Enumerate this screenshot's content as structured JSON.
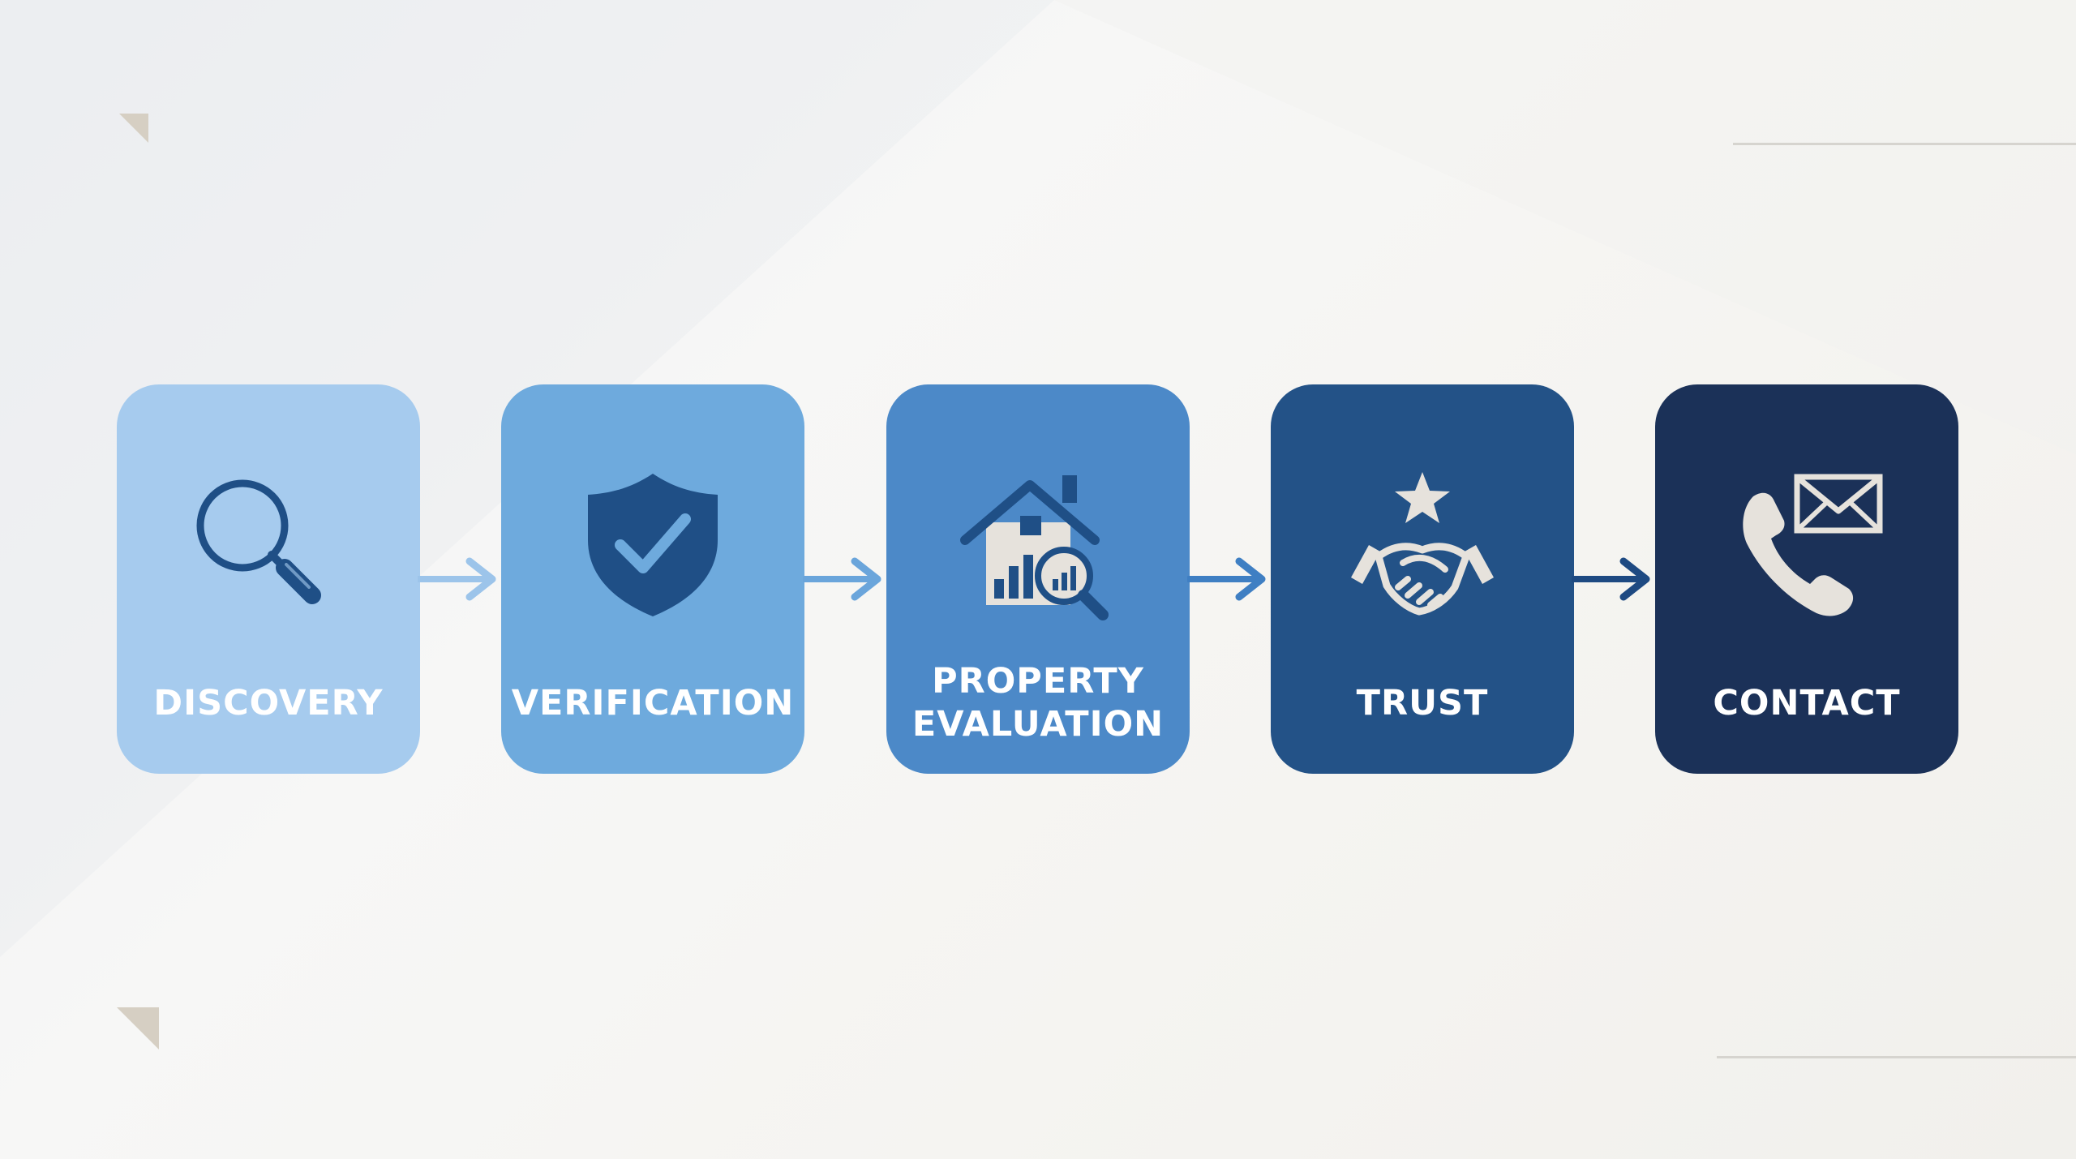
{
  "steps": [
    {
      "label": "DISCOVERY",
      "icon": "magnifier-icon",
      "color": "#a6cbee",
      "icon_color": "#1f4f86",
      "label_color": "#ffffff"
    },
    {
      "label": "VERIFICATION",
      "icon": "shield-check-icon",
      "color": "#6eaadd",
      "icon_color": "#1f4f86",
      "label_color": "#ffffff"
    },
    {
      "label": "PROPERTY\nEVALUATION",
      "icon": "house-analytics-icon",
      "color": "#4c89c8",
      "icon_color": "#1f4f86",
      "label_color": "#ffffff"
    },
    {
      "label": "TRUST",
      "icon": "handshake-star-icon",
      "color": "#235287",
      "icon_color": "#e6e2dc",
      "label_color": "#ffffff"
    },
    {
      "label": "CONTACT",
      "icon": "phone-envelope-icon",
      "color": "#1b3158",
      "icon_color": "#e6e2dc",
      "label_color": "#ffffff"
    }
  ],
  "arrows": [
    {
      "color": "#9cc4ea"
    },
    {
      "color": "#6aa5db"
    },
    {
      "color": "#3f7fc3"
    },
    {
      "color": "#1e4a82"
    }
  ],
  "decorations": {
    "corner_mark_color": "#d6cfc3",
    "line_color": "#d6d4cf"
  }
}
